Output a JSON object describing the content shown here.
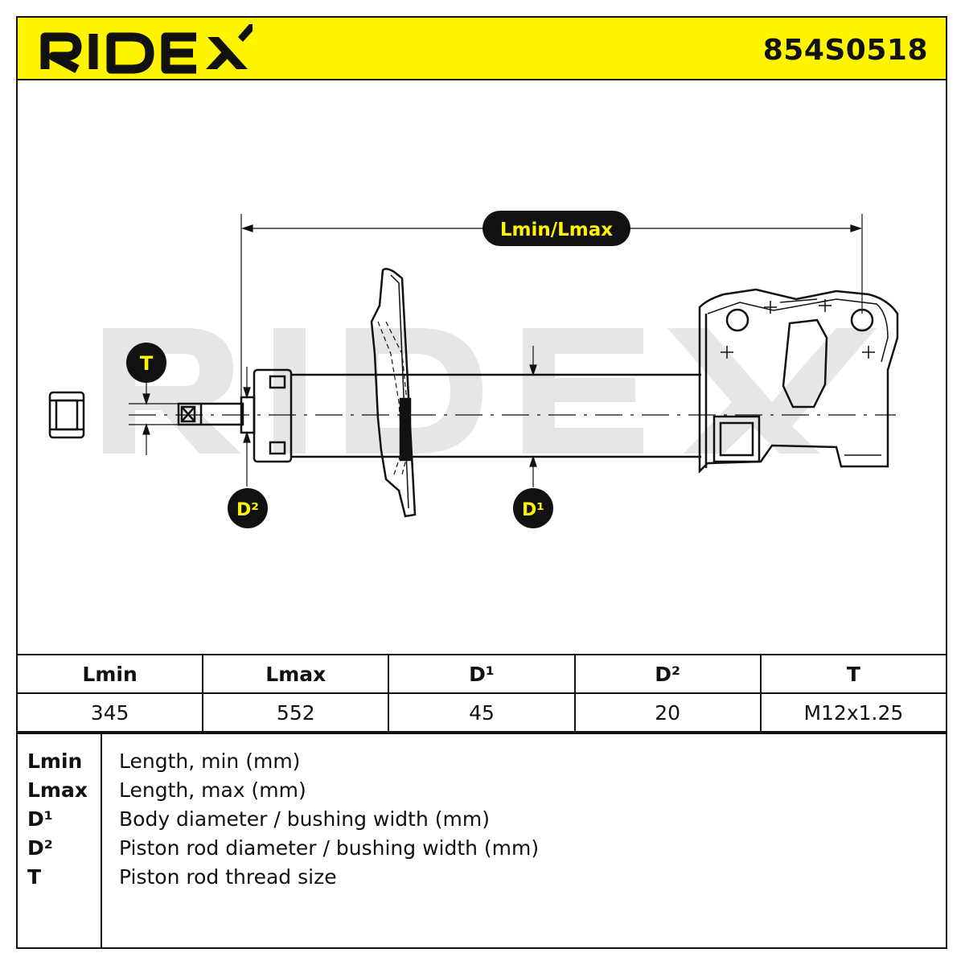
{
  "header": {
    "brand": "RIDEX",
    "part_number": "854S0518",
    "brand_color": "#111111",
    "background_color": "#fff500"
  },
  "drawing": {
    "watermark": "RIDEX",
    "labels": {
      "length": "Lmin/Lmax",
      "thread": "T",
      "rod_diameter": "D²",
      "body_diameter": "D¹"
    },
    "label_text_color": "#fff500",
    "badge_color": "#111111"
  },
  "table": {
    "headers": [
      "Lmin",
      "Lmax",
      "D¹",
      "D²",
      "T"
    ],
    "values": [
      "345",
      "552",
      "45",
      "20",
      "M12x1.25"
    ]
  },
  "legend": [
    {
      "key": "Lmin",
      "desc": "Length, min (mm)"
    },
    {
      "key": "Lmax",
      "desc": "Length, max (mm)"
    },
    {
      "key": "D¹",
      "desc": "Body diameter / bushing width (mm)"
    },
    {
      "key": "D²",
      "desc": "Piston rod diameter / bushing width (mm)"
    },
    {
      "key": "T",
      "desc": "Piston rod thread size"
    }
  ]
}
